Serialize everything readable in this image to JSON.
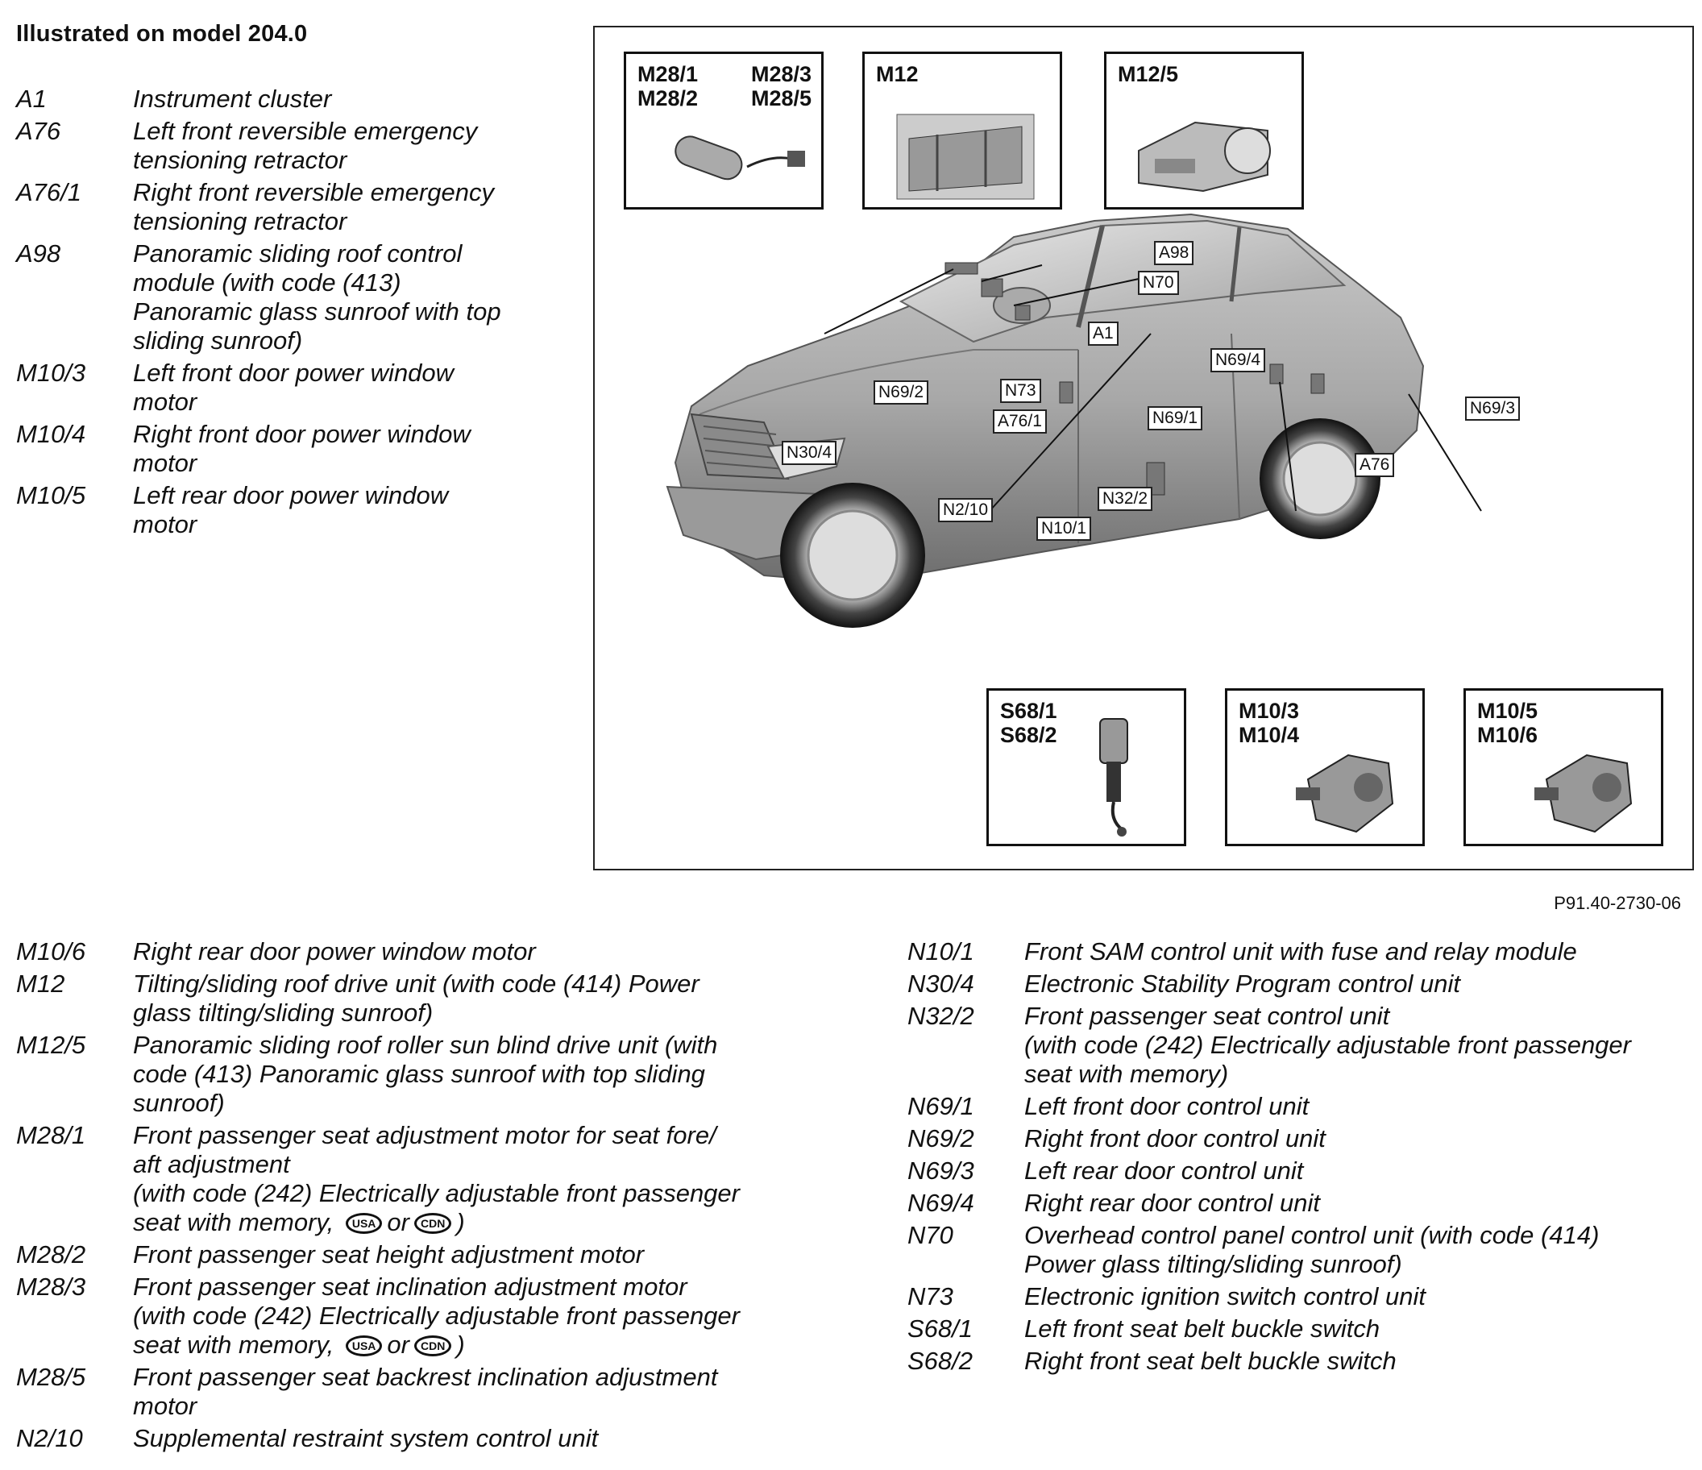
{
  "header": {
    "title": "Illustrated on model 204.0"
  },
  "legend_top": [
    {
      "code": "A1",
      "desc": "Instrument cluster"
    },
    {
      "code": "A76",
      "desc": "Left front reversible emergency\ntensioning retractor"
    },
    {
      "code": "A76/1",
      "desc": "Right front reversible emergency\ntensioning retractor"
    },
    {
      "code": "A98",
      "desc": "Panoramic sliding roof control\nmodule (with code (413)\nPanoramic glass sunroof with top\nsliding sunroof)"
    },
    {
      "code": "M10/3",
      "desc": "Left front door power window\nmotor"
    },
    {
      "code": "M10/4",
      "desc": "Right front door power window\nmotor"
    },
    {
      "code": "M10/5",
      "desc": "Left rear door power window\nmotor"
    }
  ],
  "legend_bottom_left": [
    {
      "code": "M10/6",
      "desc": "Right rear door power window motor"
    },
    {
      "code": "M12",
      "desc": "Tilting/sliding roof drive unit (with code (414) Power\nglass tilting/sliding sunroof)"
    },
    {
      "code": "M12/5",
      "desc": "Panoramic sliding roof roller sun blind drive unit (with\ncode (413) Panoramic glass sunroof with top sliding\nsunroof)"
    },
    {
      "code": "M28/1",
      "desc": "Front passenger seat adjustment motor for seat fore/\naft adjustment\n(with code (242) Electrically adjustable front passenger\nseat with memory,",
      "badges": true
    },
    {
      "code": "M28/2",
      "desc": "Front passenger seat height adjustment motor"
    },
    {
      "code": "M28/3",
      "desc": "Front passenger seat inclination adjustment motor\n(with code (242) Electrically adjustable front passenger\nseat with memory,",
      "badges": true
    },
    {
      "code": "M28/5",
      "desc": "Front passenger seat backrest inclination adjustment\nmotor"
    },
    {
      "code": "N2/10",
      "desc": "Supplemental restraint system control unit"
    }
  ],
  "badges": {
    "a": "USA",
    "or": "or",
    "b": "CDN",
    "close": ")"
  },
  "legend_bottom_right": [
    {
      "code": "N10/1",
      "desc": "Front SAM control unit with fuse and relay module"
    },
    {
      "code": "N30/4",
      "desc": "Electronic Stability Program control unit"
    },
    {
      "code": "N32/2",
      "desc": "Front passenger seat control unit\n (with code (242) Electrically adjustable front passenger\nseat with memory)"
    },
    {
      "code": "N69/1",
      "desc": "Left front door control unit"
    },
    {
      "code": "N69/2",
      "desc": "Right front door control unit"
    },
    {
      "code": "N69/3",
      "desc": "Left rear door control unit"
    },
    {
      "code": "N69/4",
      "desc": "Right rear door control unit"
    },
    {
      "code": "N70",
      "desc": "Overhead control panel control unit (with code (414)\nPower glass tilting/sliding sunroof)"
    },
    {
      "code": "N73",
      "desc": "Electronic ignition switch control unit"
    },
    {
      "code": "S68/1",
      "desc": "Left front seat belt buckle switch"
    },
    {
      "code": "S68/2",
      "desc": "Right front seat belt buckle switch"
    }
  ],
  "figure": {
    "ref": "P91.40-2730-06",
    "callouts": {
      "a98": "A98",
      "n70": "N70",
      "a1": "A1",
      "n69_4": "N69/4",
      "n69_2": "N69/2",
      "n73": "N73",
      "a76_1": "A76/1",
      "n69_1": "N69/1",
      "n69_3": "N69/3",
      "n30_4": "N30/4",
      "a76": "A76",
      "n32_2": "N32/2",
      "n2_10": "N2/10",
      "n10_1": "N10/1"
    },
    "insets": {
      "m28": {
        "left": "M28/1\nM28/2",
        "right": "M28/3\nM28/5"
      },
      "m12": "M12",
      "m12_5": "M12/5",
      "s68": "S68/1\nS68/2",
      "m10_34": "M10/3\nM10/4",
      "m10_56": "M10/5\nM10/6"
    }
  }
}
